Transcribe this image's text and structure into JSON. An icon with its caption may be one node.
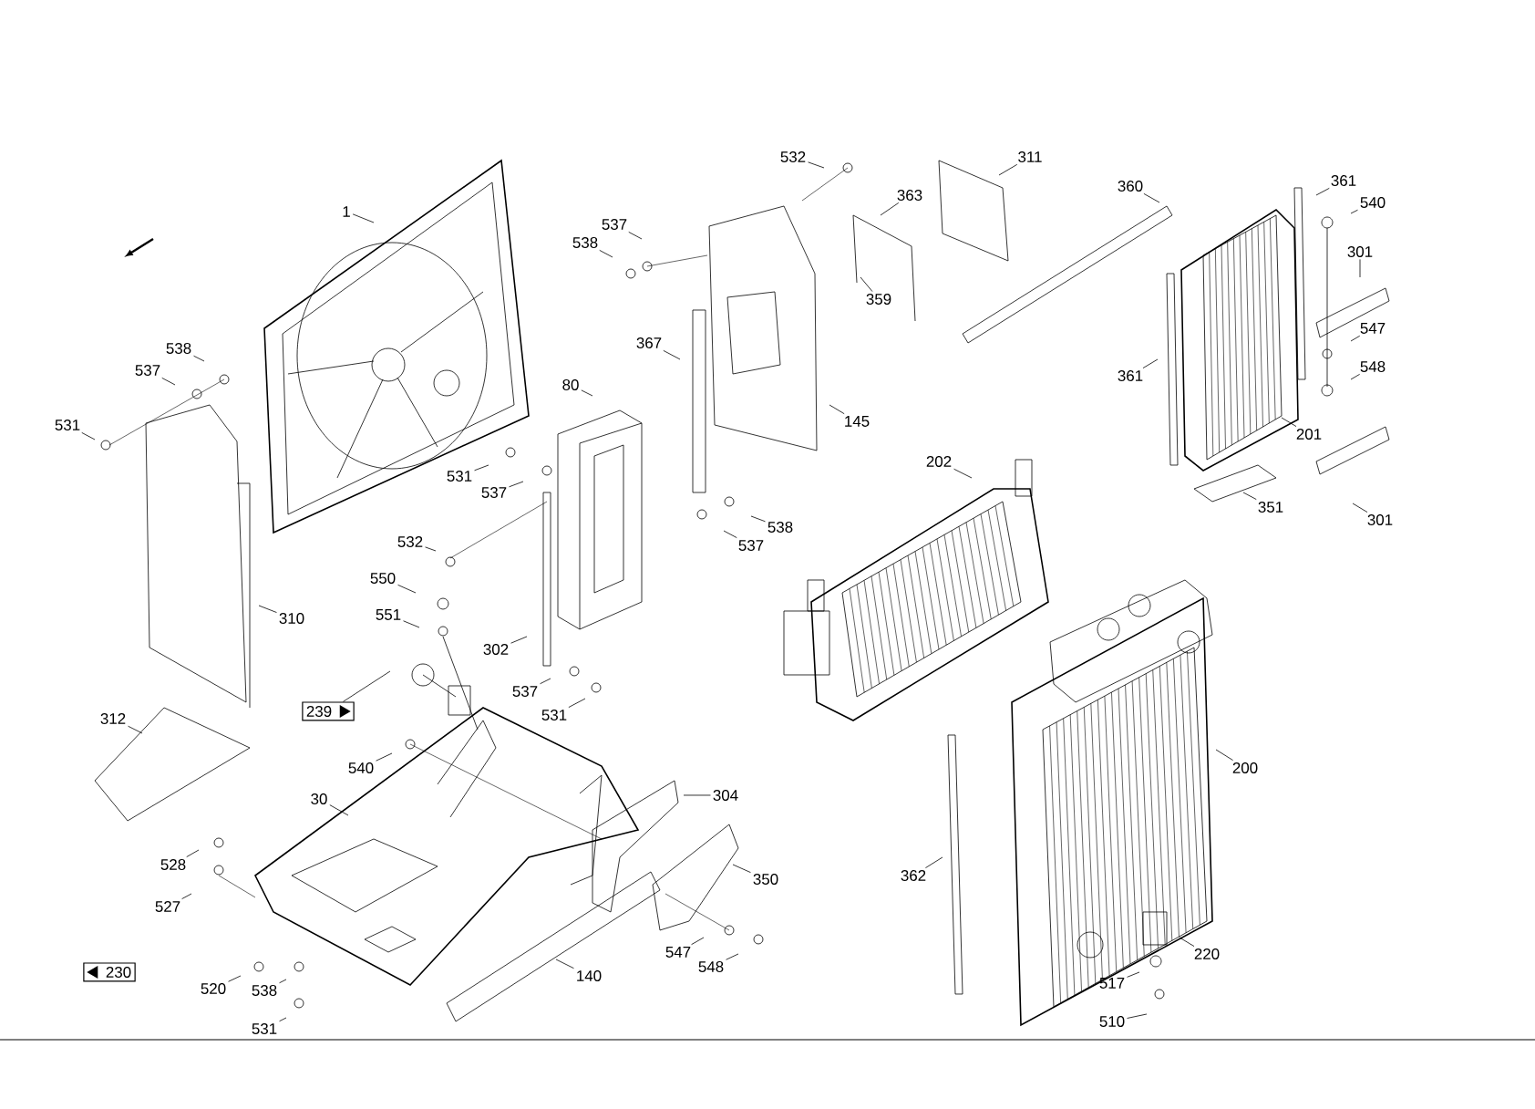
{
  "diagram": {
    "nodes": [
      {
        "text": [
          "532"
        ]
      },
      {
        "text": [
          "311"
        ]
      },
      {
        "text": [
          "360"
        ]
      },
      {
        "text": [
          "361"
        ]
      },
      {
        "text": [
          "363"
        ]
      },
      {
        "text": [
          "540"
        ]
      },
      {
        "text": [
          "1"
        ]
      },
      {
        "text": [
          "537"
        ]
      },
      {
        "text": [
          "538"
        ]
      },
      {
        "text": [
          "301"
        ]
      },
      {
        "text": [
          "359"
        ]
      },
      {
        "text": [
          "547"
        ]
      },
      {
        "text": [
          "367"
        ]
      },
      {
        "text": [
          "538"
        ]
      },
      {
        "text": [
          "537"
        ]
      },
      {
        "text": [
          "548"
        ]
      },
      {
        "text": [
          "361"
        ]
      },
      {
        "text": [
          "80"
        ]
      },
      {
        "text": [
          "145"
        ]
      },
      {
        "text": [
          "531"
        ]
      },
      {
        "text": [
          "201"
        ]
      },
      {
        "text": [
          "202"
        ]
      },
      {
        "text": [
          "531"
        ]
      },
      {
        "text": [
          "537"
        ]
      },
      {
        "text": [
          "351"
        ]
      },
      {
        "text": [
          "301"
        ]
      },
      {
        "text": [
          "538"
        ]
      },
      {
        "text": [
          "532"
        ]
      },
      {
        "text": [
          "537"
        ]
      },
      {
        "text": [
          "550"
        ]
      },
      {
        "text": [
          "551"
        ]
      },
      {
        "text": [
          "310"
        ]
      },
      {
        "text": [
          "302"
        ]
      },
      {
        "text": [
          "537"
        ]
      },
      {
        "text": [
          "531"
        ]
      },
      {
        "text": [
          "239"
        ]
      },
      {
        "text": [
          "312"
        ]
      },
      {
        "text": [
          "540"
        ]
      },
      {
        "text": [
          "200"
        ]
      },
      {
        "text": [
          "304"
        ]
      },
      {
        "text": [
          "30"
        ]
      },
      {
        "text": [
          "528"
        ]
      },
      {
        "text": [
          "350"
        ]
      },
      {
        "text": [
          "362"
        ]
      },
      {
        "text": [
          "527"
        ]
      },
      {
        "text": [
          "547"
        ]
      },
      {
        "text": [
          "220"
        ]
      },
      {
        "text": [
          "548"
        ]
      },
      {
        "text": [
          "230"
        ]
      },
      {
        "text": [
          "140"
        ]
      },
      {
        "text": [
          "517"
        ]
      },
      {
        "text": [
          "520"
        ]
      },
      {
        "text": [
          "538"
        ]
      },
      {
        "text": [
          "510"
        ]
      },
      {
        "text": [
          "531"
        ]
      }
    ],
    "edges": [
      {
        "from": 0,
        "to": null,
        "arrow": "none"
      },
      {
        "from": 1,
        "to": null,
        "arrow": "none"
      },
      {
        "from": 2,
        "to": null,
        "arrow": "none"
      },
      {
        "from": 3,
        "to": null,
        "arrow": "none"
      },
      {
        "from": 4,
        "to": null,
        "arrow": "none"
      },
      {
        "from": 5,
        "to": null,
        "arrow": "none"
      },
      {
        "from": 6,
        "to": null,
        "arrow": "none"
      },
      {
        "from": 7,
        "to": null,
        "arrow": "none"
      },
      {
        "from": 8,
        "to": null,
        "arrow": "none"
      },
      {
        "from": 9,
        "to": null,
        "arrow": "none"
      },
      {
        "from": 10,
        "to": null,
        "arrow": "none"
      },
      {
        "from": 11,
        "to": null,
        "arrow": "none"
      },
      {
        "from": 12,
        "to": null,
        "arrow": "none"
      },
      {
        "from": 13,
        "to": null,
        "arrow": "none"
      },
      {
        "from": 14,
        "to": null,
        "arrow": "none"
      },
      {
        "from": 15,
        "to": null,
        "arrow": "none"
      },
      {
        "from": 16,
        "to": null,
        "arrow": "none"
      },
      {
        "from": 17,
        "to": null,
        "arrow": "none"
      },
      {
        "from": 18,
        "to": null,
        "arrow": "none"
      },
      {
        "from": 19,
        "to": null,
        "arrow": "none"
      },
      {
        "from": 20,
        "to": null,
        "arrow": "none"
      },
      {
        "from": 21,
        "to": null,
        "arrow": "none"
      },
      {
        "from": 22,
        "to": null,
        "arrow": "none"
      },
      {
        "from": 23,
        "to": null,
        "arrow": "none"
      },
      {
        "from": 24,
        "to": null,
        "arrow": "none"
      },
      {
        "from": 25,
        "to": null,
        "arrow": "none"
      },
      {
        "from": 26,
        "to": null,
        "arrow": "none"
      },
      {
        "from": 27,
        "to": null,
        "arrow": "none"
      },
      {
        "from": 28,
        "to": null,
        "arrow": "none"
      },
      {
        "from": 29,
        "to": null,
        "arrow": "none"
      },
      {
        "from": 30,
        "to": null,
        "arrow": "none"
      },
      {
        "from": 31,
        "to": null,
        "arrow": "none"
      },
      {
        "from": 32,
        "to": null,
        "arrow": "none"
      },
      {
        "from": 33,
        "to": null,
        "arrow": "none"
      },
      {
        "from": 34,
        "to": null,
        "arrow": "none"
      },
      {
        "from": 35,
        "to": null,
        "arrow": "none"
      },
      {
        "from": 36,
        "to": null,
        "arrow": "none"
      },
      {
        "from": 37,
        "to": null,
        "arrow": "none"
      },
      {
        "from": 38,
        "to": null,
        "arrow": "none"
      },
      {
        "from": 39,
        "to": null,
        "arrow": "none"
      },
      {
        "from": 40,
        "to": null,
        "arrow": "none"
      },
      {
        "from": 41,
        "to": null,
        "arrow": "none"
      },
      {
        "from": 42,
        "to": null,
        "arrow": "none"
      },
      {
        "from": 43,
        "to": null,
        "arrow": "none"
      },
      {
        "from": 44,
        "to": null,
        "arrow": "none"
      },
      {
        "from": 45,
        "to": null,
        "arrow": "none"
      },
      {
        "from": 46,
        "to": null,
        "arrow": "none"
      },
      {
        "from": 47,
        "to": null,
        "arrow": "none"
      },
      {
        "from": 49,
        "to": null,
        "arrow": "none"
      },
      {
        "from": 50,
        "to": null,
        "arrow": "none"
      },
      {
        "from": 51,
        "to": null,
        "arrow": "none"
      },
      {
        "from": 52,
        "to": null,
        "arrow": "none"
      },
      {
        "from": 53,
        "to": null,
        "arrow": "none"
      },
      {
        "from": 54,
        "to": null,
        "arrow": "none"
      }
    ]
  }
}
